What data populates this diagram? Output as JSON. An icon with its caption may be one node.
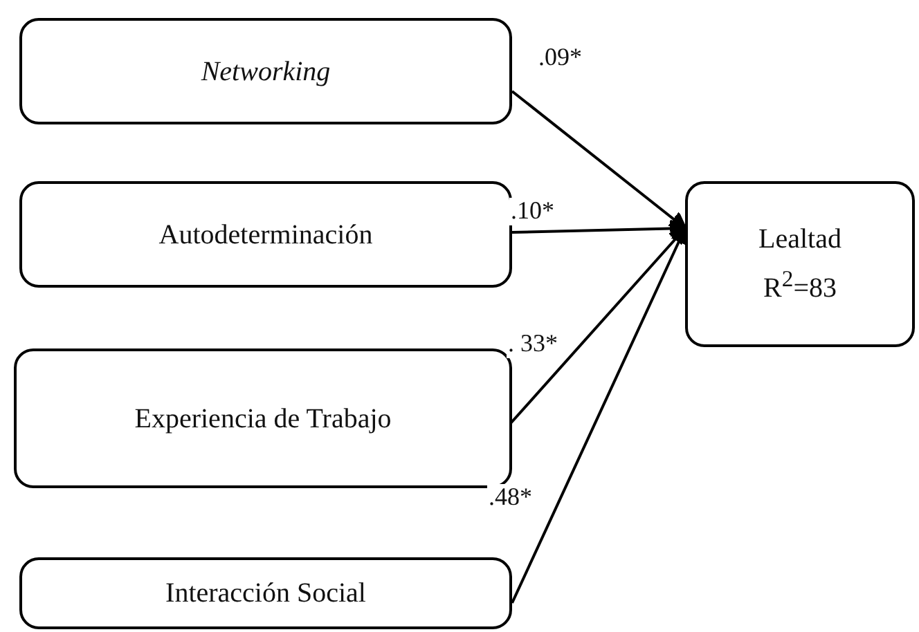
{
  "diagram": {
    "nodes": [
      {
        "text": [
          "Networking"
        ]
      },
      {
        "text": [
          "Autodeterminación"
        ]
      },
      {
        "text": [
          "Experiencia de Trabajo"
        ]
      },
      {
        "text": [
          "Interacción Social"
        ]
      },
      {
        "text": [
          "Lealtad",
          "R$^{2}$=83"
        ]
      }
    ],
    "edges": [
      {
        "from": 0,
        "to": 4,
        "arrow": "to",
        "label": ".09*"
      },
      {
        "from": 1,
        "to": 4,
        "arrow": "to",
        "label": ".10*"
      },
      {
        "from": 2,
        "to": 4,
        "arrow": "to",
        "label": ". 33*"
      },
      {
        "from": 3,
        "to": 4,
        "arrow": "to",
        "label": ".48*"
      }
    ]
  }
}
